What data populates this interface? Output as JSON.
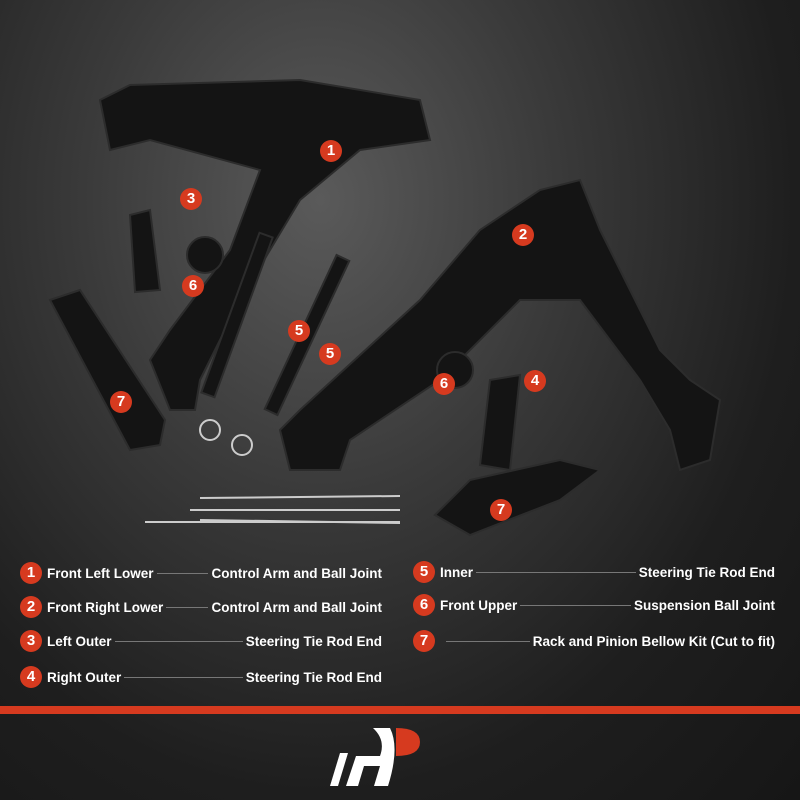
{
  "callouts": [
    "1",
    "2",
    "3",
    "4",
    "5",
    "5",
    "6",
    "6",
    "7",
    "7"
  ],
  "legend": [
    {
      "num": "1",
      "left": "Front Left Lower",
      "right": "Control Arm and Ball Joint"
    },
    {
      "num": "2",
      "left": "Front Right Lower",
      "right": "Control Arm and Ball Joint"
    },
    {
      "num": "3",
      "left": "Left Outer",
      "right": "Steering Tie Rod End"
    },
    {
      "num": "4",
      "left": "Right Outer",
      "right": "Steering Tie Rod End"
    },
    {
      "num": "5",
      "left": "Inner",
      "right": "Steering Tie Rod End"
    },
    {
      "num": "6",
      "left": "Front Upper",
      "right": "Suspension Ball Joint"
    },
    {
      "num": "7",
      "left": "",
      "right": "Rack and Pinion Bellow Kit (Cut to fit)"
    }
  ],
  "brand": {
    "logo_text": "AP",
    "accent": "#d63a1f"
  }
}
